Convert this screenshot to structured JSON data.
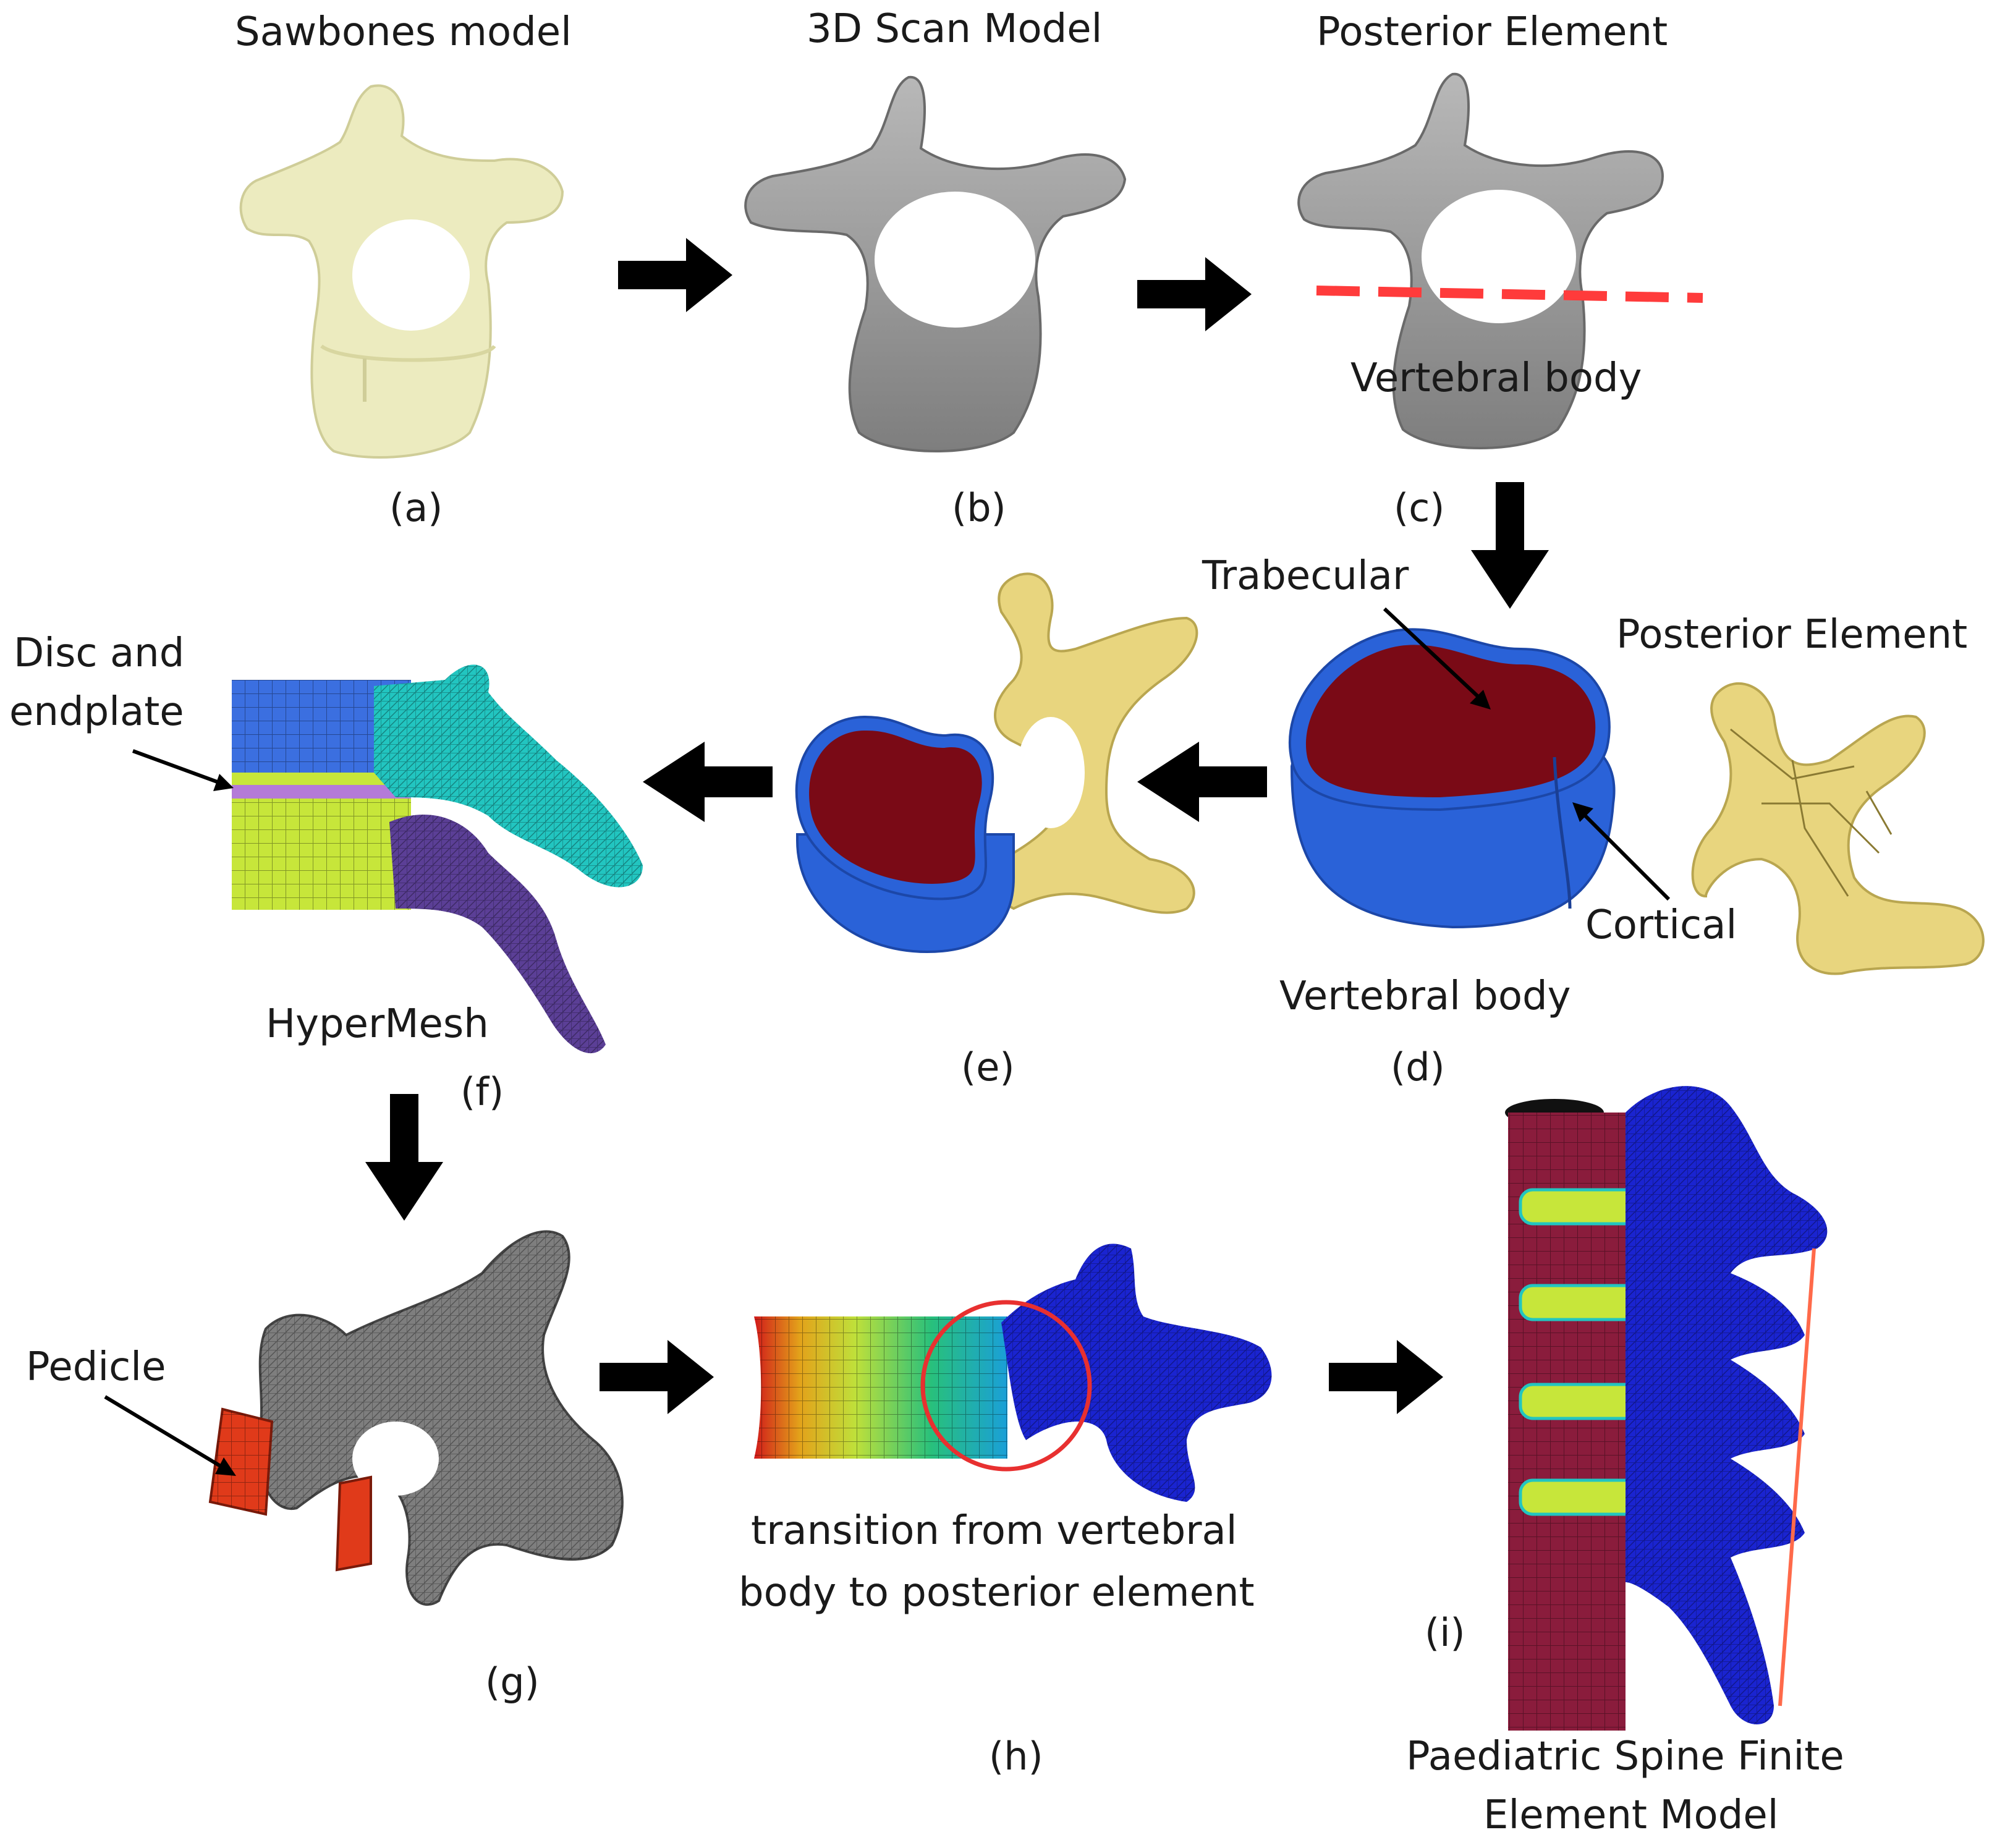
{
  "panels": {
    "a": {
      "caption": "(a)",
      "title": "Sawbones model"
    },
    "b": {
      "caption": "(b)",
      "title": "3D Scan Model"
    },
    "c": {
      "caption": "(c)",
      "title": "Posterior Element",
      "sub": "Vertebral body"
    },
    "d": {
      "caption": "(d)",
      "trabecular": "Trabecular",
      "cortical": "Cortical",
      "body": "Vertebral body",
      "posterior": "Posterior Element"
    },
    "e": {
      "caption": "(e)"
    },
    "f": {
      "caption": "(f)",
      "disc_line1": "Disc and",
      "disc_line2": "endplate",
      "software": "HyperMesh"
    },
    "g": {
      "caption": "(g)",
      "pedicle": "Pedicle"
    },
    "h": {
      "caption": "(h)",
      "line1": "transition from vertebral",
      "line2": "body to posterior element"
    },
    "i": {
      "caption": "(i)",
      "line1": "Paediatric Spine Finite",
      "line2": "Element Model"
    }
  },
  "colors": {
    "bone": "#ecebbf",
    "scan_gray": "#9c9c9c",
    "trabecular": "#7a0a16",
    "cortical": "#2a62d8",
    "posterior": "#e8d57e",
    "mesh_cyan": "#22c5c0",
    "mesh_blue": "#3b6fe0",
    "mesh_lime": "#c7e63a",
    "mesh_purple": "#5b3f96",
    "fe_maroon": "#8a1c3c",
    "fe_blue": "#1a24d0",
    "arrow": "#000000",
    "cut_line": "#ff3b3b"
  }
}
